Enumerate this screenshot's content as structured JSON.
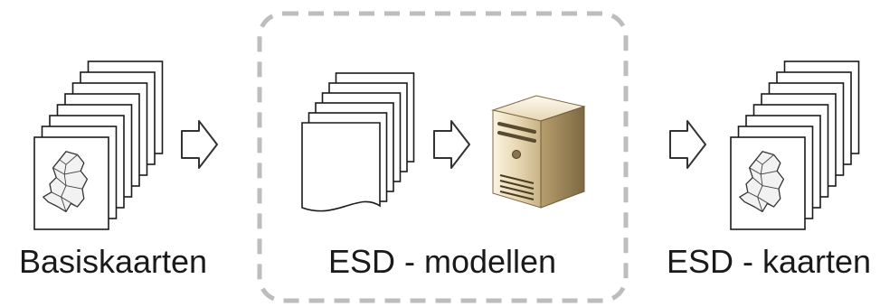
{
  "stages": [
    {
      "label": "Basiskaarten"
    },
    {
      "label": "ESD - modellen"
    },
    {
      "label": "ESD - kaarten"
    }
  ],
  "icons": {
    "input_maps": "map-stack-icon",
    "model_documents": "document-stack-icon",
    "server": "server-icon",
    "output_maps": "map-stack-icon",
    "flow_arrow": "hollow-right-arrow-icon"
  },
  "colors": {
    "outline": "#1a1a1a",
    "group_border": "#bdbdbd",
    "server_body": "#d9c7a0",
    "server_dark": "#6b5a3a"
  }
}
